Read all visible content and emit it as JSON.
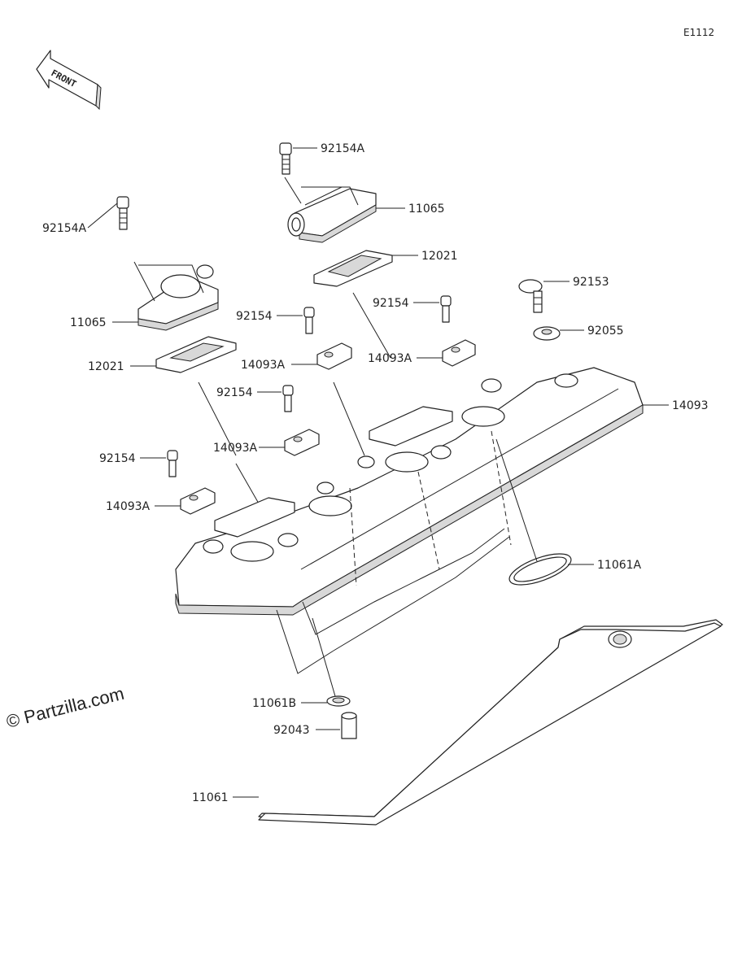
{
  "diagram_code": "E1112",
  "front_label": "FRONT",
  "watermark": "© Partzilla.com",
  "callouts": {
    "bolt_top": "92154A",
    "cover_top": "11065",
    "gasket_top": "12021",
    "bolt_left": "92154A",
    "cover_left": "11065",
    "gasket_left": "12021",
    "bolt_92153": "92153",
    "washer_92055": "92055",
    "bolt_mid1": "92154",
    "spacer_mid1": "14093A",
    "bolt_mid2": "92154",
    "spacer_mid2": "14093A",
    "bolt_mid3": "92154",
    "spacer_mid3": "14093A",
    "bolt_mid4": "92154",
    "spacer_mid4": "14093A",
    "head_cover": "14093",
    "plug_gasket": "11061A",
    "seal_small": "11061B",
    "collar": "92043",
    "main_gasket": "11061"
  }
}
